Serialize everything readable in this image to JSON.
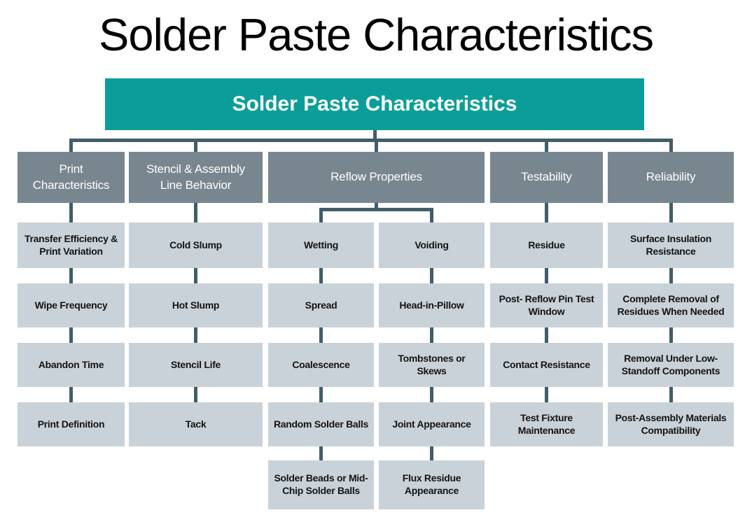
{
  "page_title": "Solder Paste Characteristics",
  "root": {
    "label": "Solder Paste Characteristics"
  },
  "colors": {
    "root_bg": "#0b9e98",
    "header_bg": "#78868f",
    "item_bg": "#c9d2d8",
    "connector": "#415e6a",
    "root_text": "#ffffff",
    "header_text": "#ffffff",
    "item_text": "#141414",
    "title_text": "#000000"
  },
  "columns": [
    {
      "header": "Print Characteristics",
      "items": [
        "Transfer Efficiency & Print Variation",
        "Wipe Frequency",
        "Abandon Time",
        "Print Definition"
      ]
    },
    {
      "header": "Stencil & Assembly Line Behavior",
      "items": [
        "Cold Slump",
        "Hot Slump",
        "Stencil Life",
        "Tack"
      ]
    },
    {
      "header": "Reflow Properties",
      "subcolumns": [
        {
          "items": [
            "Wetting",
            "Spread",
            "Coalescence",
            "Random Solder Balls",
            "Solder Beads or Mid-Chip Solder Balls"
          ]
        },
        {
          "items": [
            "Voiding",
            "Head-in-Pillow",
            "Tombstones or Skews",
            "Joint Appearance",
            "Flux Residue Appearance"
          ]
        }
      ]
    },
    {
      "header": "Testability",
      "items": [
        "Residue",
        "Post- Reflow Pin Test Window",
        "Contact Resistance",
        "Test Fixture Maintenance"
      ]
    },
    {
      "header": "Reliability",
      "items": [
        "Surface Insulation Resistance",
        "Complete Removal of Residues When Needed",
        "Removal Under Low-Standoff Components",
        "Post-Assembly Materials Compatibility"
      ]
    }
  ]
}
